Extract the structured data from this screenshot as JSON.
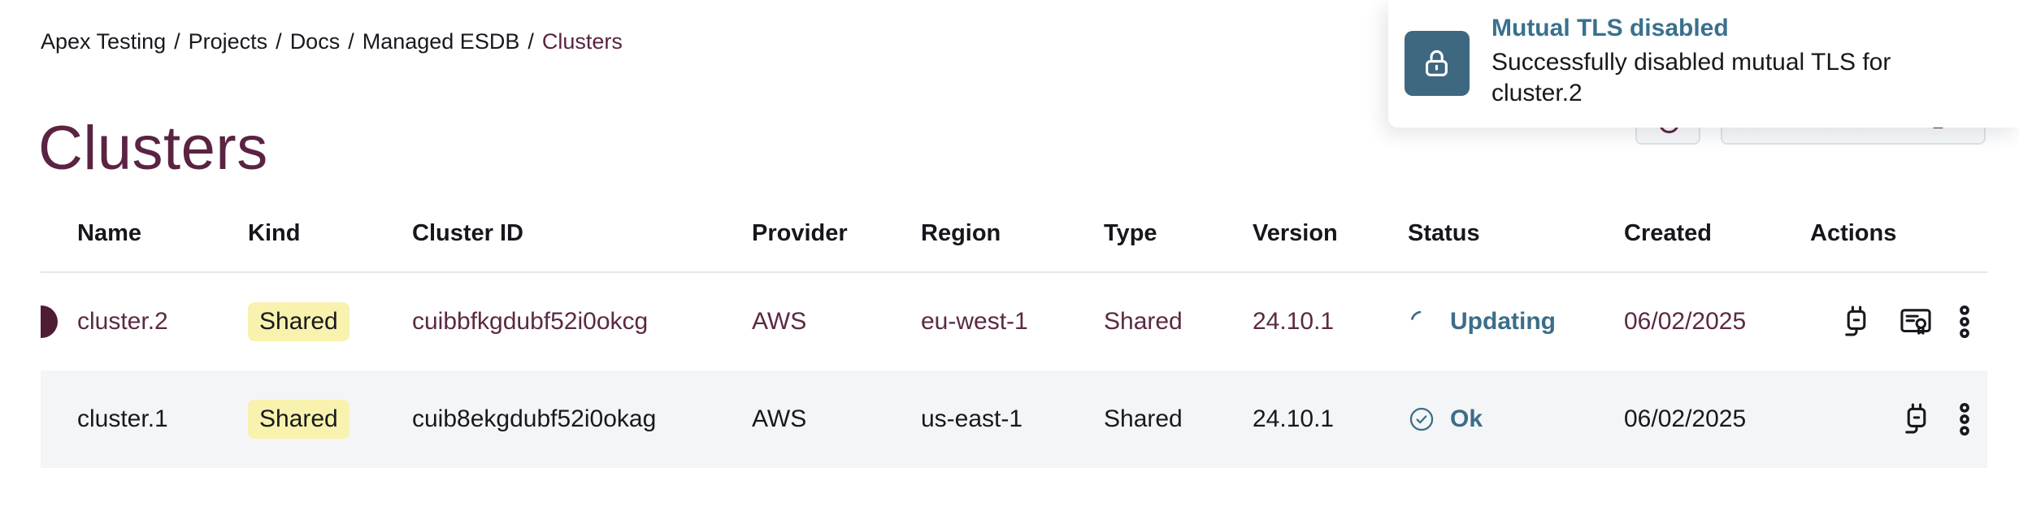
{
  "breadcrumb": {
    "separator": "/",
    "items": [
      "Apex Testing",
      "Projects",
      "Docs",
      "Managed ESDB",
      "Clusters"
    ]
  },
  "page": {
    "title": "Clusters"
  },
  "toast": {
    "title": "Mutual TLS disabled",
    "message": "Successfully disabled mutual TLS for cluster.2",
    "icon": "unlock-icon",
    "title_color": "#38718e",
    "icon_bg_color": "#3e6880"
  },
  "table": {
    "columns": [
      "Name",
      "Kind",
      "Cluster ID",
      "Provider",
      "Region",
      "Type",
      "Version",
      "Status",
      "Created",
      "Actions"
    ],
    "rows": [
      {
        "name": "cluster.2",
        "kind": "Shared",
        "cluster_id": "cuibbfkgdubf52i0okcg",
        "provider": "AWS",
        "region": "eu-west-1",
        "type": "Shared",
        "version": "24.10.1",
        "status": "Updating",
        "status_icon": "spinner-icon",
        "created": "06/02/2025",
        "actions": [
          "connect-icon",
          "certificate-icon",
          "kebab-menu-icon"
        ],
        "highlighted": true
      },
      {
        "name": "cluster.1",
        "kind": "Shared",
        "cluster_id": "cuib8ekgdubf52i0okag",
        "provider": "AWS",
        "region": "us-east-1",
        "type": "Shared",
        "version": "24.10.1",
        "status": "Ok",
        "status_icon": "check-circle-icon",
        "created": "06/02/2025",
        "actions": [
          "connect-icon",
          "kebab-menu-icon"
        ],
        "highlighted": false
      }
    ]
  },
  "colors": {
    "maroon_accent": "#5a2342",
    "row_marker": "#4e1d34",
    "teal_status": "#3c6d8a",
    "badge_yellow": "#f8f2ae",
    "alt_row_gray": "#f4f5f6",
    "border_gray": "#dde4ea"
  }
}
